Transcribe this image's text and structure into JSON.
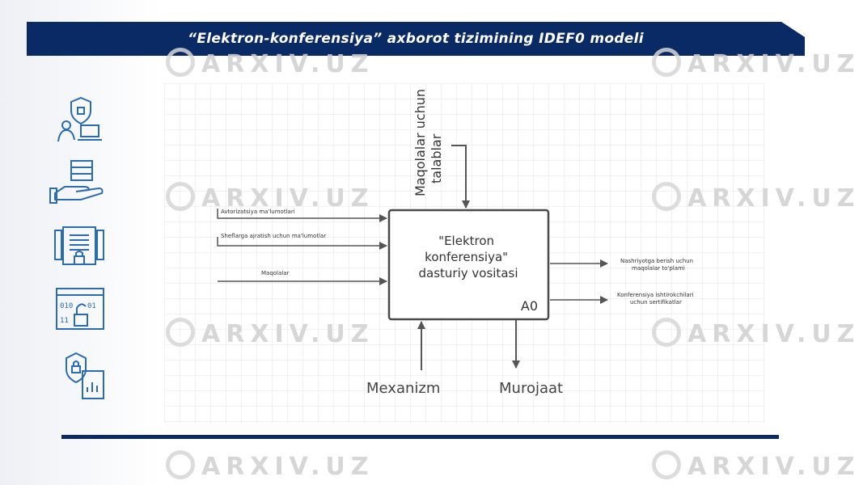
{
  "slide": {
    "title": "“Elektron-konferensiya” axborot tizimining IDEF0 modeli",
    "watermark": "ARXIV.UZ",
    "colors": {
      "header": "#0a2a66",
      "icon": "#2b6cb0",
      "arrow": "#555555",
      "box_border": "#4a4a4a"
    }
  },
  "icons": [
    "security-person-icon",
    "server-hand-icon",
    "document-lock-icon",
    "binary-unlock-icon",
    "lock-report-icon"
  ],
  "diagram": {
    "box_title": "\"Elektron konferensiya\" dasturiy vositasi",
    "box_title_lines": [
      "\"Elektron",
      "konferensiya\"",
      "dasturiy vositasi"
    ],
    "box_id": "A0",
    "control": [
      "Maqolalar uchun",
      "talablar"
    ],
    "inputs": [
      "Avtorizatsiya ma'lumotlari",
      "Sheflarga ajratish uchun ma'lumotlar",
      "Maqolalar"
    ],
    "outputs": [
      [
        "Nashriyotga berish uchun",
        "maqolalar to'plami"
      ],
      [
        "Konferensiya ishtirokchilari",
        "uchun sertifikatlar"
      ]
    ],
    "mechanism": "Mexanizm",
    "call": "Murojaat"
  }
}
